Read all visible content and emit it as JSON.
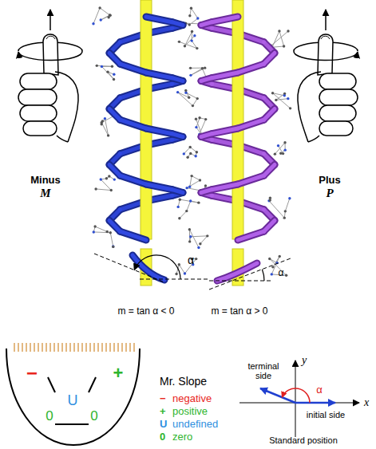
{
  "diagram": {
    "labels": [
      "Minus",
      "M",
      "Plus",
      "P",
      "α",
      "α",
      "m = tan α < 0",
      "m = tan α > 0",
      "−",
      "+",
      "U",
      "0",
      "0",
      "Mr. Slope",
      "−",
      "+",
      "U",
      "0",
      "terminal side",
      "initial side",
      "y",
      "x",
      "α",
      "Standard position"
    ],
    "legend": [
      {
        "text": "negative",
        "color": "#e8261c"
      },
      {
        "text": "positive",
        "color": "#2fb52f"
      },
      {
        "text": "undefined",
        "color": "#2f8fe0"
      },
      {
        "text": "zero",
        "color": "#2fb52f"
      }
    ]
  }
}
